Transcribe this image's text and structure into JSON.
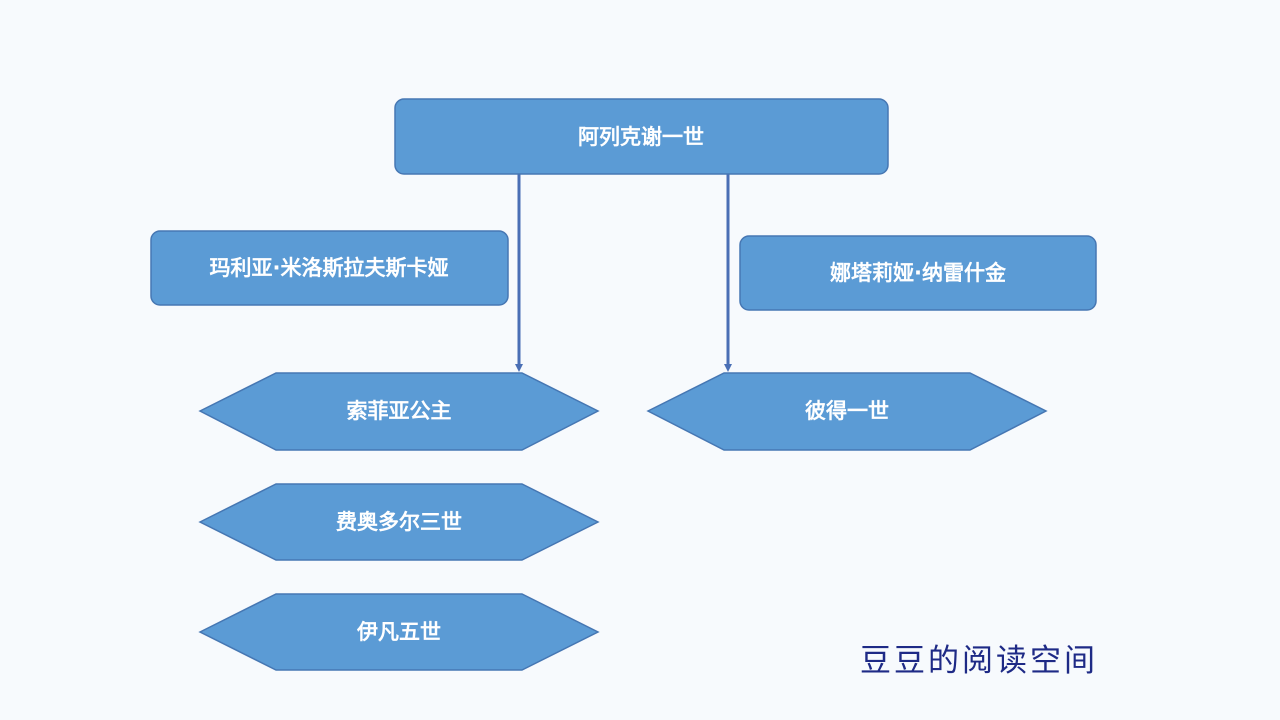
{
  "diagram": {
    "root": {
      "label": "阿列克谢一世"
    },
    "spouses": [
      {
        "label": "玛利亚·米洛斯拉夫斯卡娅"
      },
      {
        "label": "娜塔莉娅·纳雷什金"
      }
    ],
    "children": [
      {
        "label": "索菲亚公主",
        "parent_spouse": "玛利亚·米洛斯拉夫斯卡娅"
      },
      {
        "label": "费奥多尔三世",
        "parent_spouse": "玛利亚·米洛斯拉夫斯卡娅"
      },
      {
        "label": "伊凡五世",
        "parent_spouse": "玛利亚·米洛斯拉夫斯卡娅"
      },
      {
        "label": "彼得一世",
        "parent_spouse": "娜塔莉娅·纳雷什金"
      }
    ]
  },
  "watermark": "豆豆的阅读空间",
  "colors": {
    "node_fill": "#5b9bd5",
    "node_border": "#4677b3",
    "connector": "#4a6fb5",
    "watermark": "#1e2a86"
  }
}
